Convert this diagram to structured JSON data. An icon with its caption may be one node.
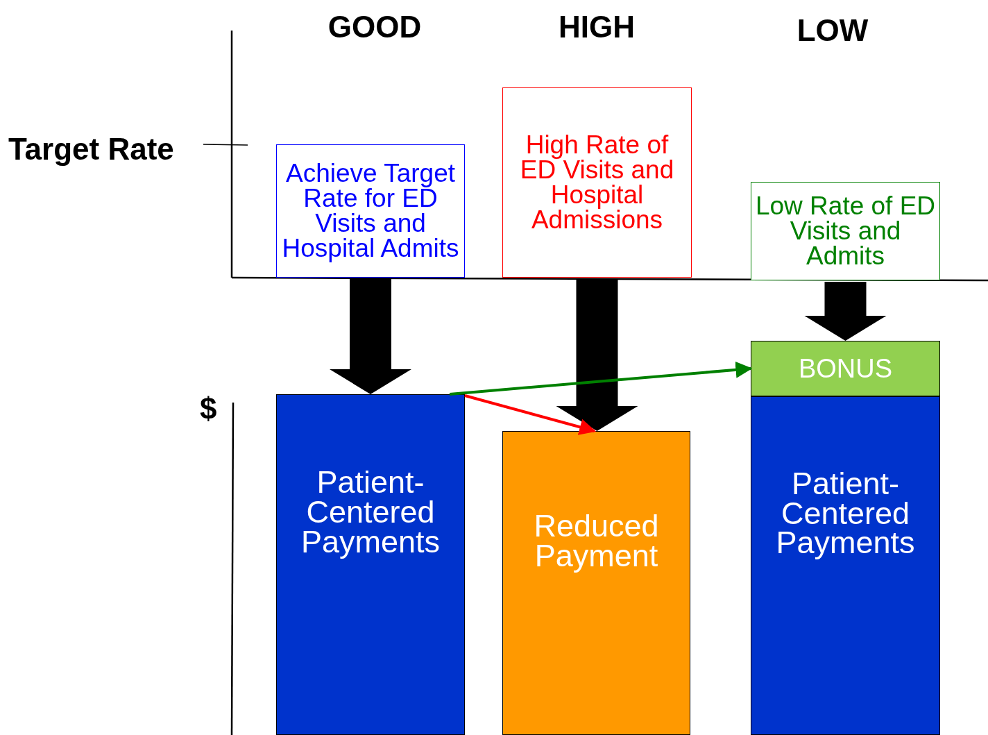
{
  "diagram": {
    "nodes": [
      {
        "text": [
          "Achieve Target Rate for ED Visits and Hospital Admits"
        ]
      },
      {
        "text": [
          "High Rate of ED Visits and Hospital Admissions"
        ]
      },
      {
        "text": [
          "Low Rate of ED Visits and Admits"
        ]
      },
      {
        "text": [
          "Patient-Centered Payments"
        ]
      },
      {
        "text": [
          "Reduced Payment"
        ]
      },
      {
        "text": [
          "BONUS"
        ]
      },
      {
        "text": [
          "Patient-Centered Payments"
        ]
      }
    ],
    "edges": [
      {
        "from": 0,
        "to": 3,
        "arrow": "to",
        "style": "thick"
      },
      {
        "from": 1,
        "to": 4,
        "arrow": "to",
        "style": "thick"
      },
      {
        "from": 2,
        "to": 5,
        "arrow": "to",
        "style": "thick"
      },
      {
        "from": 3,
        "to": 5,
        "arrow": "to",
        "color": "#008000"
      },
      {
        "from": 3,
        "to": 4,
        "arrow": "to",
        "color": "#ff0000"
      }
    ],
    "labels": [
      "GOOD",
      "HIGH",
      "LOW",
      "Target Rate",
      "$"
    ]
  }
}
